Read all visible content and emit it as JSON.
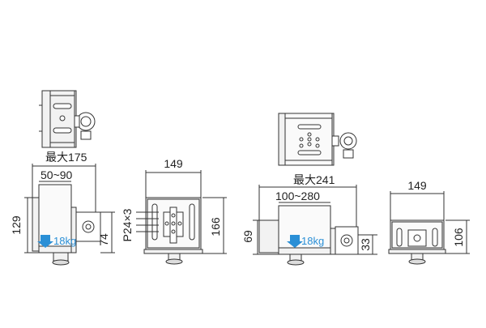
{
  "left": {
    "max_label": "最大175",
    "clamp_range": "50~90",
    "height_total": "129",
    "height_clamp": "74",
    "load": "18kg",
    "plate_width": "149",
    "plate_height": "166",
    "pitch": "P24×3"
  },
  "right": {
    "max_label": "最大241",
    "clamp_range": "100~280",
    "height_total": "69",
    "height_clamp": "33",
    "load": "18kg",
    "plate_width": "149",
    "plate_height": "106"
  },
  "colors": {
    "line": "#333333",
    "fill": "#f2f2f2",
    "accent": "#2a8fd6"
  }
}
